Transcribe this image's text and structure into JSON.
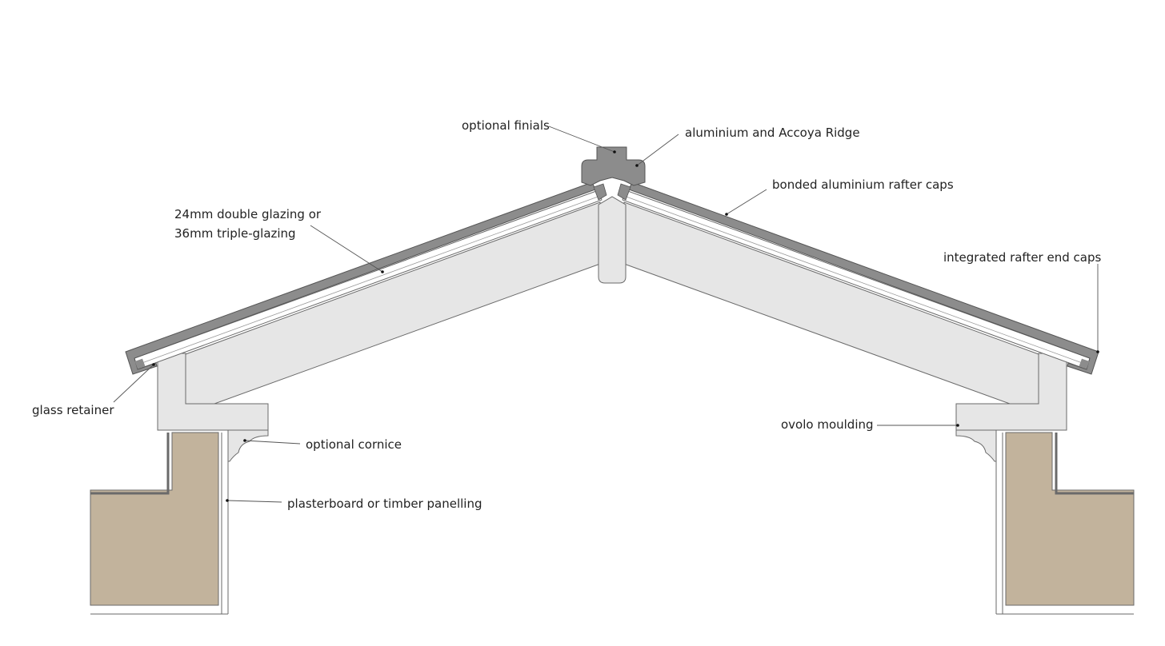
{
  "title": "Roof lantern ridge cross-section",
  "colors": {
    "rafter_cap": "#8c8c8c",
    "timber": "#e6e6e6",
    "glazing": "#ffffff",
    "wall": "#c2b39c",
    "outline": "#6a6a6a"
  },
  "labels": {
    "optional_finials": "optional finials",
    "ridge": "aluminium and Accoya Ridge",
    "rafter_caps": "bonded aluminium rafter caps",
    "glazing_line1": "24mm double glazing or",
    "glazing_line2": "36mm triple-glazing",
    "end_caps": "integrated rafter end caps",
    "glass_retainer": "glass retainer",
    "cornice": "optional cornice",
    "plasterboard": "plasterboard or timber panelling",
    "ovolo": "ovolo moulding"
  }
}
